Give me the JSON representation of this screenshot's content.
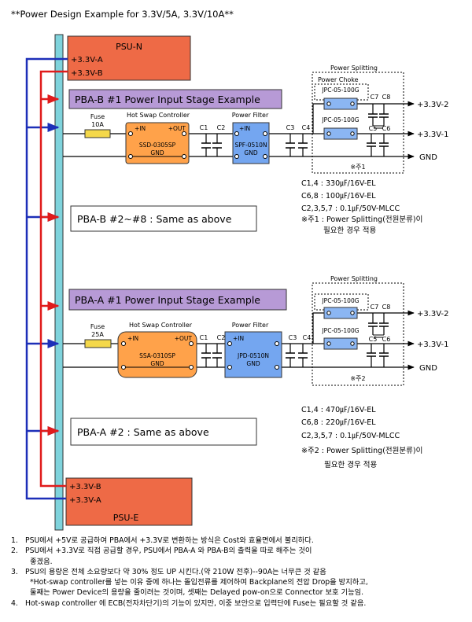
{
  "title": "**Power Design Example for 3.3V/5A, 3.3V/10A**",
  "psu_n": {
    "name": "PSU-N",
    "rail_a": "+3.3V-A",
    "rail_b": "+3.3V-B"
  },
  "psu_e": {
    "name": "PSU-E",
    "rail_b": "+3.3V-B",
    "rail_a": "+3.3V-A"
  },
  "stage_b": {
    "title": "PBA-B #1 Power Input Stage Example",
    "fuse_label": "Fuse",
    "fuse_rating": "10A",
    "hsc_label": "Hot Swap Controller",
    "hsc_in": "+IN",
    "hsc_out": "+OUT",
    "hsc_part": "SSD-0305SP",
    "hsc_gnd": "GND",
    "c1": "C1",
    "c2": "C2",
    "filter_label": "Power Filter",
    "filter_in": "+IN",
    "filter_part": "SPF-0510N",
    "filter_gnd": "GND",
    "c3": "C3",
    "c4": "C4",
    "split_label": "Power Splitting",
    "choke_label": "Power Choke",
    "choke_part_1": "JPC-05-100G",
    "choke_part_2": "JPC-05-100G",
    "c7": "C7",
    "c8": "C8",
    "c5": "C5",
    "c6": "C6",
    "out_2": "+3.3V-2",
    "out_1": "+3.3V-1",
    "gnd": "GND",
    "note_mark": "※주1",
    "specs": [
      "C1,4 : 330㎌/16V-EL",
      "C6,8 : 100㎌/16V-EL",
      "C2,3,5,7 : 0.1㎌/50V-MLCC",
      "※주1 : Power Splitting(전원분류)이",
      "필요한 경우 적용"
    ]
  },
  "same_b": "PBA-B #2~#8 : Same as above",
  "stage_a": {
    "title": "PBA-A #1 Power Input Stage Example",
    "fuse_label": "Fuse",
    "fuse_rating": "25A",
    "hsc_label": "Hot Swap Controller",
    "hsc_in": "+IN",
    "hsc_out": "+OUT",
    "hsc_part": "SSA-0310SP",
    "hsc_gnd": "GND",
    "c1": "C1",
    "c2": "C2",
    "filter_label": "Power Filter",
    "filter_in": "+IN",
    "filter_part": "JPD-0510N",
    "filter_gnd": "GND",
    "c3": "C3",
    "c4": "C4",
    "split_label": "Power Splitting",
    "choke_part_1": "JPC-05-100G",
    "choke_part_2": "JPC-05-100G",
    "c7": "C7",
    "c8": "C8",
    "c5": "C5",
    "c6": "C6",
    "out_2": "+3.3V-2",
    "out_1": "+3.3V-1",
    "gnd": "GND",
    "note_mark": "※주2",
    "specs": [
      "C1,4 : 470㎌/16V-EL",
      "C6,8 : 220㎌/16V-EL",
      "C2,3,5,7 : 0.1㎌/50V-MLCC",
      "※주2 : Power Splitting(전원분류)이",
      "필요한 경우 적용"
    ]
  },
  "same_a": "PBA-A #2 : Same as above",
  "colors": {
    "bus": "#7fd3dc",
    "psu": "#ee6a46",
    "stage_title": "#b79ad6",
    "fuse": "#f4d84a",
    "hsc": "#ffa24a",
    "filter": "#74a6f0",
    "choke": "#8bb6f3",
    "rail_a": "#1d2fb8",
    "rail_b": "#e01b1b"
  },
  "notes": [
    {
      "num": "1.",
      "lines": [
        "PSU에서 +5V로 공급하여 PBA에서 +3.3V로 변환하는 방식은 Cost와 효율면에서 불리하다."
      ]
    },
    {
      "num": "2.",
      "lines": [
        "PSU에서 +3.3V로 직접 공급할 경우, PSU에서 PBA-A 와 PBA-B의 출력을 따로 해주는 것이",
        "좋겠음."
      ]
    },
    {
      "num": "3.",
      "lines": [
        "PSU의 용량은 전체 소요량보다 약 30% 정도 UP 시킨다.(약 210W 전후)--90A는 너무큰 것 같음",
        "*Hot-swap controller를 넣는 이유 중에 하나는 돌입전류를 제어하여 Backplane의 전압 Drop을 방지하고,",
        "둘째는 Power Device의 용량을 줄이려는 것이며, 셋째는 Delayed pow-on으로 Connector 보호 기능임."
      ]
    },
    {
      "num": "4.",
      "lines": [
        "Hot-swap controller 에 ECB(전자차단기)의 기능이 있지만, 이중 보안으로 입력단에 Fuse는 필요할 것 같음."
      ]
    }
  ]
}
